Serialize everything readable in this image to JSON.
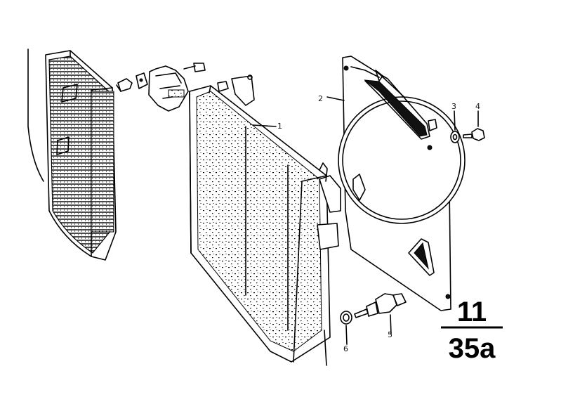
{
  "diagram": {
    "parts": [
      {
        "id": "radiator",
        "label": "1"
      },
      {
        "id": "fan-shroud",
        "label": "2"
      },
      {
        "id": "washer",
        "label": "3"
      },
      {
        "id": "screw",
        "label": "4"
      },
      {
        "id": "temperature-switch",
        "label": "5"
      },
      {
        "id": "sealing-ring",
        "label": "6"
      }
    ],
    "group_code": {
      "top": "11",
      "bottom": "35a"
    }
  }
}
